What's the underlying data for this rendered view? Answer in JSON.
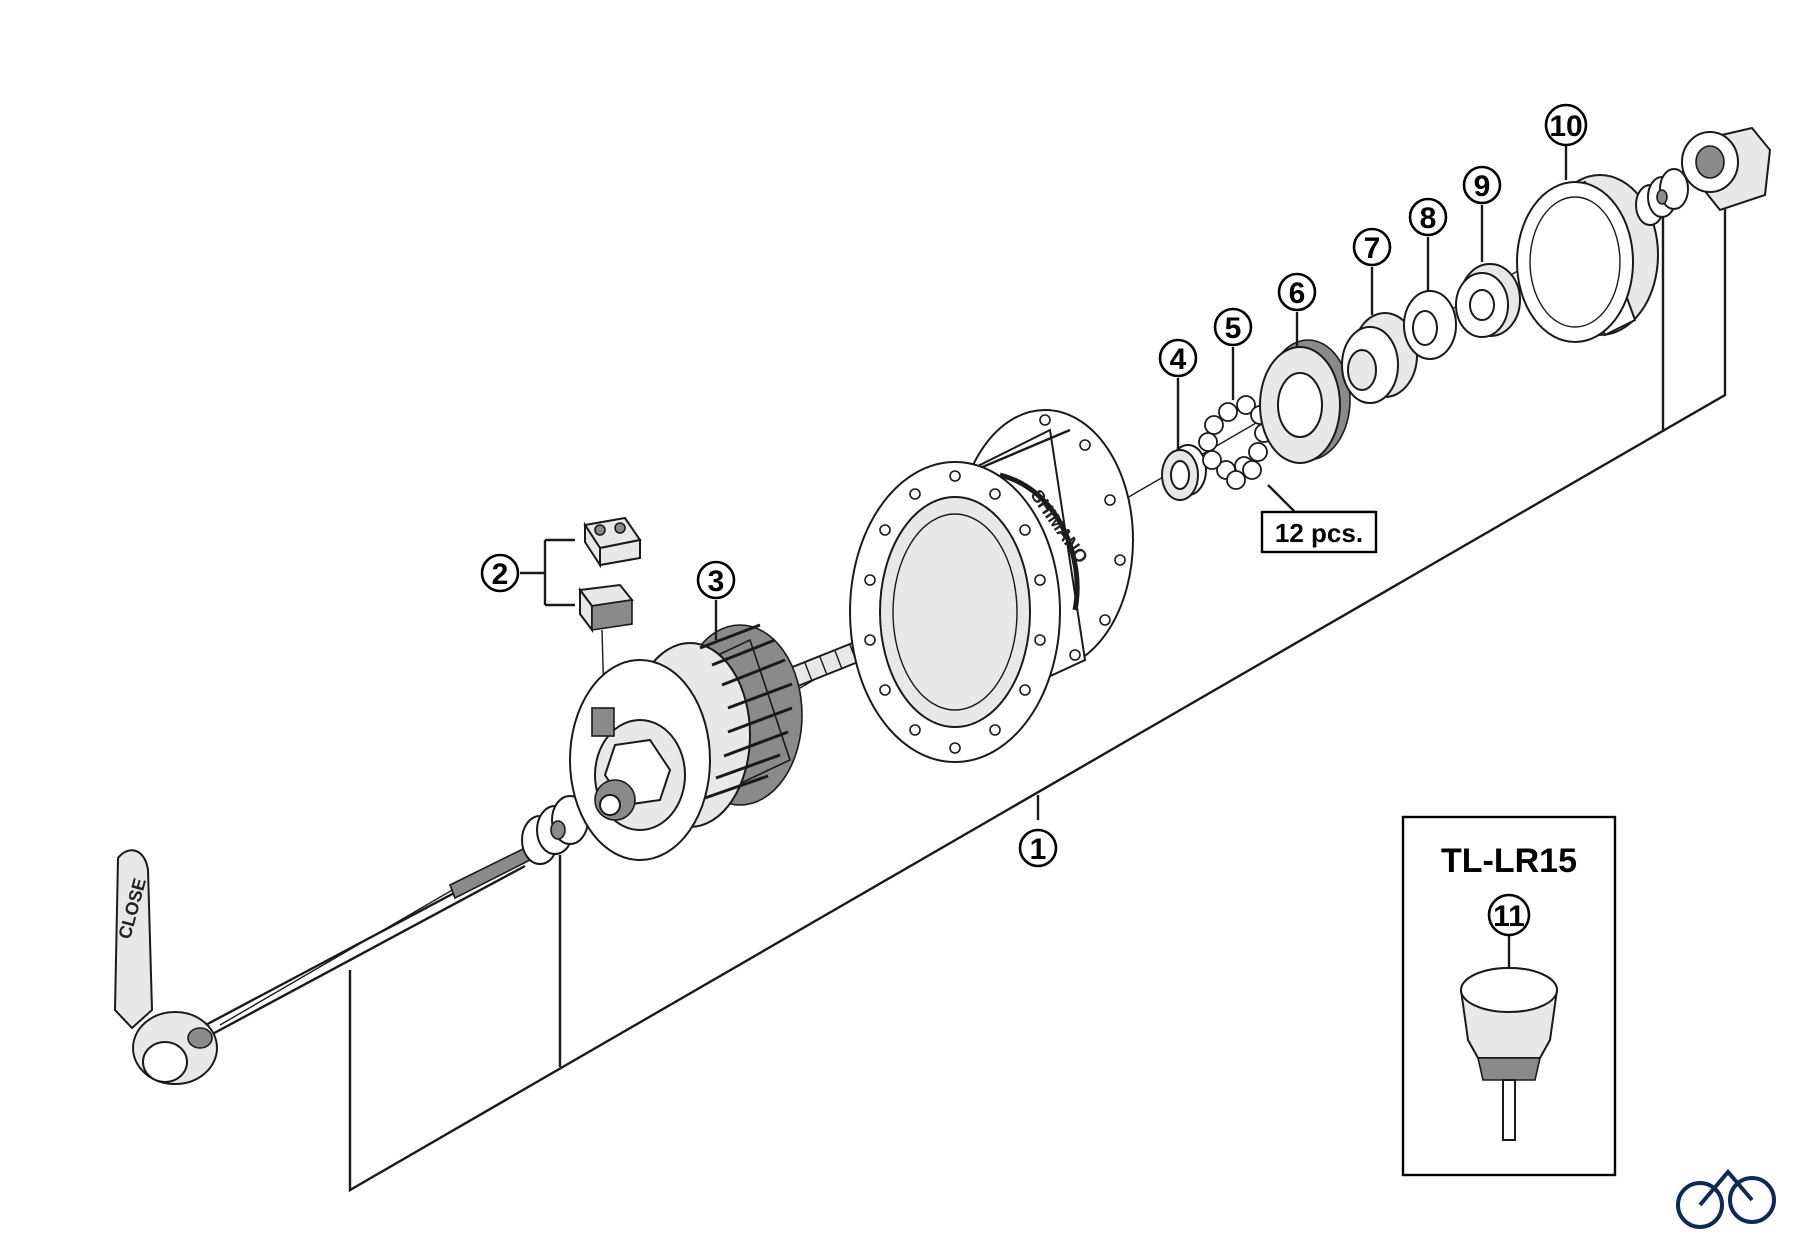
{
  "callouts": {
    "c1": "1",
    "c2": "2",
    "c3": "3",
    "c4": "4",
    "c5": "5",
    "c6": "6",
    "c7": "7",
    "c8": "8",
    "c9": "9",
    "c10": "10",
    "c11": "11"
  },
  "ball_count_label": "12 pcs.",
  "tool_box": {
    "title": "TL-LR15"
  },
  "hub_brand": "SHIMANO",
  "icon": "bicycle-icon"
}
